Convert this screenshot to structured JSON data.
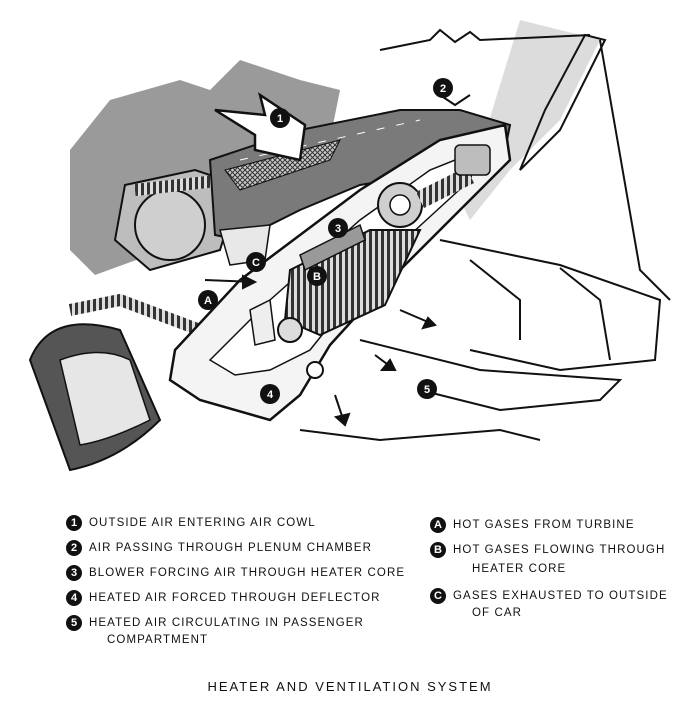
{
  "legend_numbered": [
    {
      "marker": "1",
      "text": "OUTSIDE AIR ENTERING AIR COWL"
    },
    {
      "marker": "2",
      "text": "AIR PASSING THROUGH PLENUM CHAMBER"
    },
    {
      "marker": "3",
      "text": "BLOWER FORCING AIR THROUGH HEATER CORE"
    },
    {
      "marker": "4",
      "text": "HEATED AIR FORCED THROUGH DEFLECTOR"
    },
    {
      "marker": "5",
      "text": "HEATED AIR CIRCULATING IN PASSENGER",
      "cont": "COMPARTMENT"
    }
  ],
  "legend_lettered": [
    {
      "marker": "A",
      "text": "HOT GASES FROM TURBINE"
    },
    {
      "marker": "B",
      "text": "HOT GASES FLOWING THROUGH",
      "cont": "HEATER CORE"
    },
    {
      "marker": "C",
      "text": "GASES EXHAUSTED TO OUTSIDE",
      "cont": "OF CAR"
    }
  ],
  "callouts": [
    "1",
    "2",
    "3",
    "4",
    "5",
    "A",
    "B",
    "C"
  ],
  "caption": "HEATER AND VENTILATION SYSTEM",
  "colors": {
    "ink": "#111111",
    "shade": "#8c8c8c",
    "paper": "#ffffff"
  }
}
